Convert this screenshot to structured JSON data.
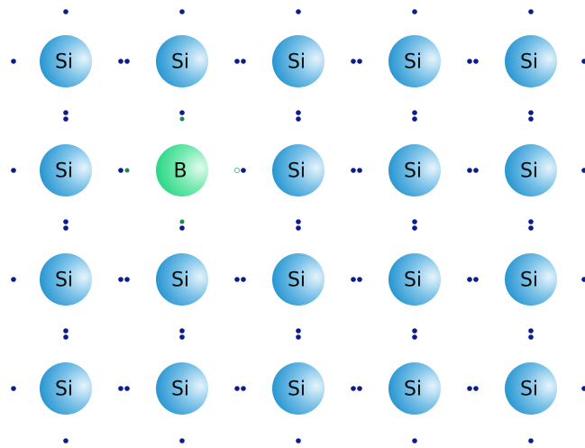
{
  "crystal": {
    "host_atom_label": "Si",
    "dopant_atom_label": "B",
    "rows": 4,
    "columns": 5,
    "dopant_position": {
      "row": 2,
      "column": 2
    }
  },
  "colors": {
    "host_atom": "#1a8fce",
    "host_atom_highlight": "#e6f4fb",
    "dopant_atom": "#1fd37e",
    "dopant_atom_highlight": "#e3fbef",
    "electron": "#0b1d8c",
    "dopant_electron": "#1f8a4c",
    "hole_outline": "#6fb3b0",
    "label": "#0a0a0a"
  }
}
